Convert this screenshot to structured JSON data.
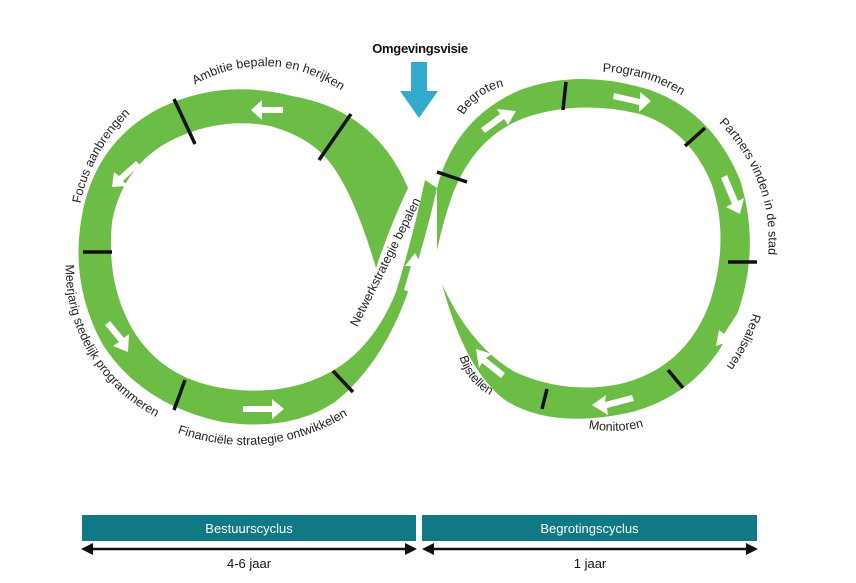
{
  "top_label": "Omgevingsvisie",
  "steps": [
    {
      "id": "ambitie",
      "label": "Ambitie bepalen en herijken"
    },
    {
      "id": "focus",
      "label": "Focus aanbrengen"
    },
    {
      "id": "meerjarig",
      "label": "Meerjarig stedelijk programmeren"
    },
    {
      "id": "financieel",
      "label": "Financiële strategie ontwikkelen"
    },
    {
      "id": "netwerk",
      "label": "Netwerkstrategie bepalen"
    },
    {
      "id": "begroten",
      "label": "Begroten"
    },
    {
      "id": "programmeren",
      "label": "Programmeren"
    },
    {
      "id": "partners",
      "label": "Partners vinden in de stad"
    },
    {
      "id": "realiseren",
      "label": "Realiseren"
    },
    {
      "id": "monitoren",
      "label": "Monitoren"
    },
    {
      "id": "bijstellen",
      "label": "Bijstellen"
    }
  ],
  "cycles": [
    {
      "id": "bestuur",
      "label": "Bestuurscyclus",
      "duration": "4-6 jaar"
    },
    {
      "id": "begroting",
      "label": "Begrotingscyclus",
      "duration": "1 jaar"
    }
  ],
  "colors": {
    "band": "#6cbd45",
    "arrow": "#33a9cc",
    "bar": "#117885",
    "divider": "#111111",
    "chevron": "#ffffff"
  }
}
